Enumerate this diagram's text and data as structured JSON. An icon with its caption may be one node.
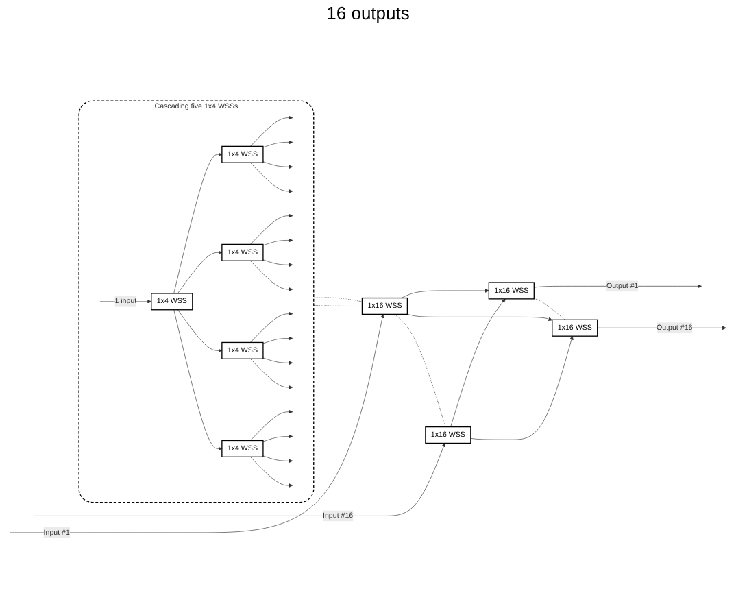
{
  "diagram": {
    "nodes": [
      {
        "text": [
          "Cascading five 1x4 WSSs"
        ]
      },
      {
        "text": [
          "1x4 WSS"
        ],
        "in": 0
      },
      {
        "text": [
          "1x4 WSS"
        ],
        "in": 0
      },
      {
        "text": [
          "1x4 WSS"
        ],
        "in": 0
      },
      {
        "text": [
          "1x4 WSS"
        ],
        "in": 0
      },
      {
        "text": [
          "1x4 WSS"
        ],
        "in": 0
      },
      {
        "text": [
          "1x16 WSS"
        ]
      },
      {
        "text": [
          "1x16 WSS"
        ]
      },
      {
        "text": [
          "1x16 WSS"
        ]
      },
      {
        "text": [
          "1x16 WSS"
        ]
      }
    ],
    "edges": [
      {
        "from": null,
        "to": 1,
        "arrow": "to",
        "label": "1 input"
      },
      {
        "from": 1,
        "to": 2,
        "arrow": "to"
      },
      {
        "from": 1,
        "to": 3,
        "arrow": "to"
      },
      {
        "from": 1,
        "to": 4,
        "arrow": "to"
      },
      {
        "from": 1,
        "to": 5,
        "arrow": "to"
      },
      {
        "from": 2,
        "to": null,
        "arrow": "to"
      },
      {
        "from": 2,
        "to": null,
        "arrow": "to"
      },
      {
        "from": 2,
        "to": null,
        "arrow": "to"
      },
      {
        "from": 2,
        "to": null,
        "arrow": "to"
      },
      {
        "from": 3,
        "to": null,
        "arrow": "to"
      },
      {
        "from": 3,
        "to": null,
        "arrow": "to"
      },
      {
        "from": 3,
        "to": null,
        "arrow": "to"
      },
      {
        "from": 3,
        "to": null,
        "arrow": "to"
      },
      {
        "from": 4,
        "to": null,
        "arrow": "to"
      },
      {
        "from": 4,
        "to": null,
        "arrow": "to"
      },
      {
        "from": 4,
        "to": null,
        "arrow": "to"
      },
      {
        "from": 4,
        "to": null,
        "arrow": "to"
      },
      {
        "from": 5,
        "to": null,
        "arrow": "to"
      },
      {
        "from": 5,
        "to": null,
        "arrow": "to"
      },
      {
        "from": 5,
        "to": null,
        "arrow": "to"
      },
      {
        "from": 5,
        "to": null,
        "arrow": "to"
      },
      {
        "from": null,
        "to": 6,
        "arrow": "to",
        "label": "Input #1"
      },
      {
        "from": null,
        "to": 7,
        "arrow": "to",
        "label": "Input #16"
      },
      {
        "from": 6,
        "to": 8,
        "arrow": "to"
      },
      {
        "from": 6,
        "to": 9,
        "arrow": "to"
      },
      {
        "from": 7,
        "to": 8,
        "arrow": "to"
      },
      {
        "from": 7,
        "to": 9,
        "arrow": "to"
      },
      {
        "from": 8,
        "to": null,
        "arrow": "to",
        "label": "Output #1"
      },
      {
        "from": 9,
        "to": null,
        "arrow": "to",
        "label": "Output #16"
      },
      {
        "from": 6,
        "to": 7,
        "arrow": "none",
        "style": "dashed"
      },
      {
        "from": 8,
        "to": 9,
        "arrow": "none",
        "style": "dashed"
      },
      {
        "from": 0,
        "to": 6,
        "arrow": "none",
        "style": "dashed"
      },
      {
        "from": 0,
        "to": 6,
        "arrow": "none",
        "style": "dashed"
      }
    ],
    "labels": [
      "16 outputs"
    ]
  }
}
